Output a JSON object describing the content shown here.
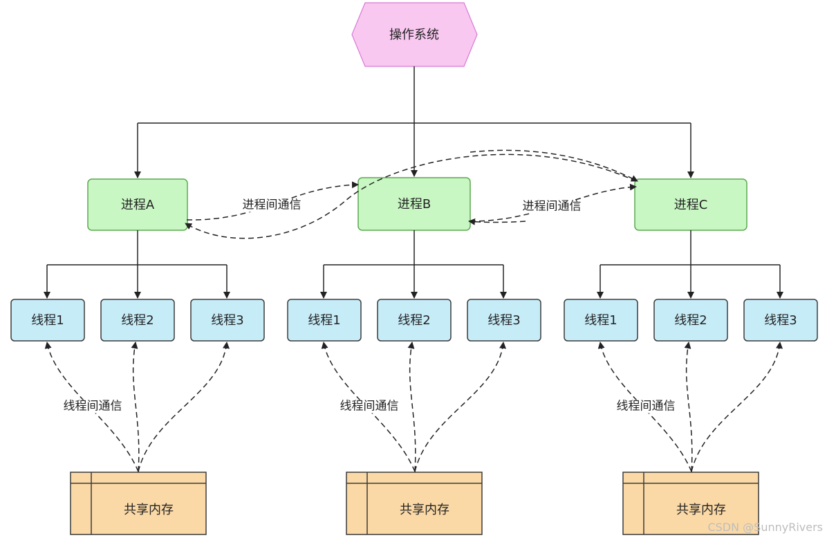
{
  "diagram": {
    "os": {
      "label": "操作系统"
    },
    "processes": [
      {
        "label": "进程A"
      },
      {
        "label": "进程B"
      },
      {
        "label": "进程C"
      }
    ],
    "threads": [
      [
        "线程1",
        "线程2",
        "线程3"
      ],
      [
        "线程1",
        "线程2",
        "线程3"
      ],
      [
        "线程1",
        "线程2",
        "线程3"
      ]
    ],
    "shared_memory": [
      "共享内存",
      "共享内存",
      "共享内存"
    ],
    "ipc_labels": [
      "进程间通信",
      "进程间通信"
    ],
    "thread_comm_labels": [
      "线程间通信",
      "线程间通信",
      "线程间通信"
    ]
  },
  "watermark": "CSDN @SunnyRivers",
  "colors": {
    "os_fill": "#f9c8f1",
    "os_stroke": "#d77ad3",
    "process_fill": "#c9f7c4",
    "process_stroke": "#5aa84e",
    "thread_fill": "#c6ecf8",
    "thread_stroke": "#3a3a3a",
    "memory_fill": "#fbd9a6",
    "memory_stroke": "#3a3a3a",
    "line": "#222222"
  }
}
